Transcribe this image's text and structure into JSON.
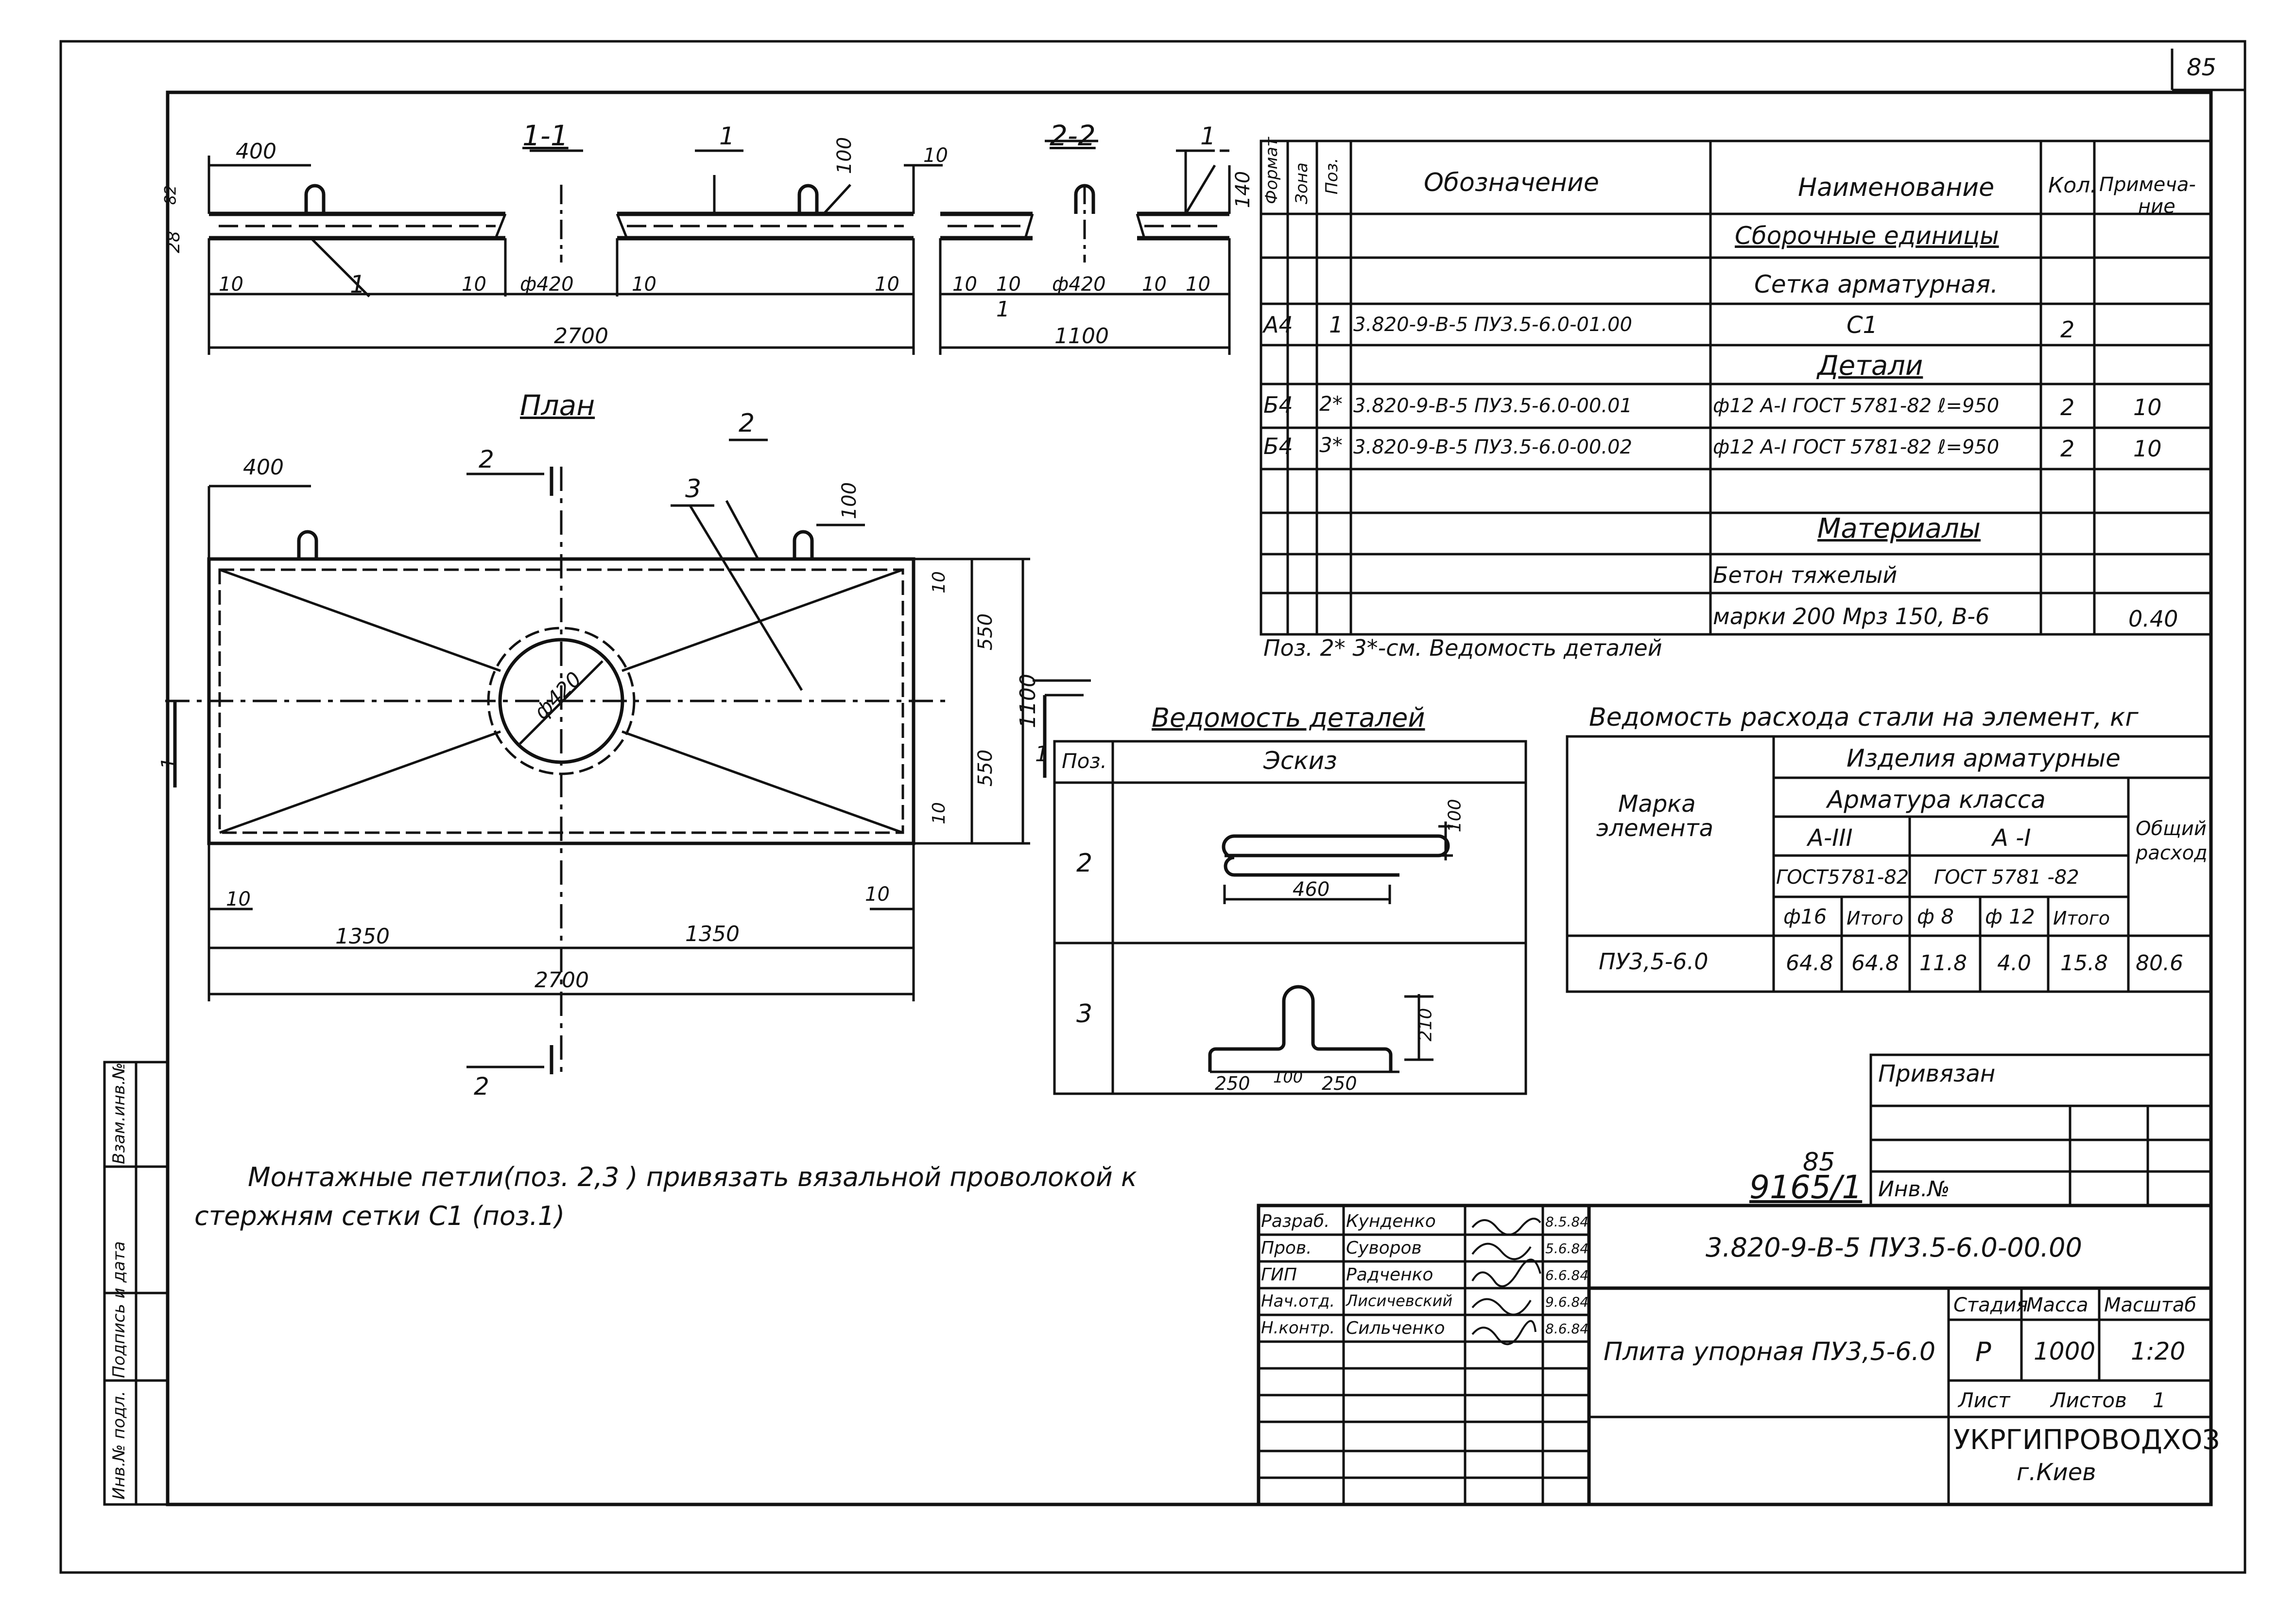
{
  "sheet": {
    "page_number": "85"
  },
  "section_views": {
    "section_1_label": "1-1",
    "section_2_label": "2-2",
    "plan_label": "План",
    "dim_400_top": "400",
    "dim_100_top": "100",
    "dim_10": "10",
    "dim_phi420": "ф420",
    "dim_2700": "2700",
    "dim_1100": "1100",
    "dim_140": "140",
    "dim_28": "28",
    "dim_82": "82",
    "pos_1": "1",
    "pos_2": "2",
    "pos_3": "3",
    "plan_dim_400": "400",
    "plan_dim_100": "100",
    "plan_phi420": "ф420",
    "plan_dim_550a": "550",
    "plan_dim_550b": "550",
    "plan_dim_1100": "1100",
    "plan_dim_1350a": "1350",
    "plan_dim_1350b": "1350",
    "plan_dim_2700": "2700",
    "cut_2_top": "2",
    "cut_2_bottom": "2",
    "cut_1_left": "1",
    "cut_1_right": "1"
  },
  "spec_table": {
    "headers": [
      "Формат",
      "Зона",
      "Поз.",
      "Обозначение",
      "Наименование",
      "Кол.",
      "Примечание"
    ],
    "header_note_line1": "Примеча-",
    "header_note_line2": "ние",
    "section_assembly": "Сборочные единицы",
    "setka_title": "Сетка арматурная.",
    "row_c1": {
      "format": "А4",
      "pos": "1",
      "designation": "3.820-9-В-5 ПУ3.5-6.0-01.00",
      "name": "С1",
      "qty": "2",
      "note": ""
    },
    "section_details": "Детали",
    "row_2": {
      "format": "Б4",
      "pos": "2*",
      "designation": "3.820-9-В-5 ПУ3.5-6.0-00.01",
      "name": "ф12 А-I ГОСТ 5781-82 ℓ=950",
      "qty": "2",
      "note": "10"
    },
    "row_3": {
      "format": "Б4",
      "pos": "3*",
      "designation": "3.820-9-В-5 ПУ3.5-6.0-00.02",
      "name": "ф12 А-I ГОСТ 5781-82 ℓ=950",
      "qty": "2",
      "note": "10"
    },
    "section_materials": "Материалы",
    "concrete_1": "Бетон тяжелый",
    "concrete_2": "марки 200 Мрз 150, В-6",
    "concrete_note": "0.40",
    "footnote": "Поз. 2* 3*-см. Ведомость деталей"
  },
  "details_sheet": {
    "title": "Ведомость деталей",
    "col_pos": "Поз.",
    "col_sketch": "Эскиз",
    "row2_pos": "2",
    "row2_dim_100": "100",
    "row2_dim_460": "460",
    "row3_pos": "3",
    "row3_dim_210": "210",
    "row3_dim_250a": "250",
    "row3_dim_100": "100",
    "row3_dim_250b": "250"
  },
  "steel_table": {
    "title": "Ведомость расхода стали на элемент, кг",
    "col_mark_1": "Марка",
    "col_mark_2": "элемента",
    "col_products": "Изделия арматурные",
    "col_class": "Арматура класса",
    "col_a3": "А-III",
    "col_a1": "А -I",
    "col_gost1": "ГОСТ5781-82",
    "col_gost2": "ГОСТ 5781 -82",
    "col_total_1": "Общий",
    "col_total_2": "расход",
    "sub_phi16": "ф16",
    "sub_itogo1": "Итого",
    "sub_phi8": "ф 8",
    "sub_phi12": "ф 12",
    "sub_itogo2": "Итого",
    "row_mark": "ПУ3,5-6.0",
    "row_values": [
      "64.8",
      "64.8",
      "11.8",
      "4.0",
      "15.8",
      "80.6"
    ]
  },
  "note_text_1": "Монтажные петли(поз. 2,3 ) привязать вязальной проволокой к",
  "note_text_2": "стержням сетки С1 (поз.1)",
  "privyazan": "Привязан",
  "inv_no": "Инв.№",
  "archive_num_top": "85",
  "archive_num": "9165/1",
  "title_block": {
    "designation": "3.820-9-В-5 ПУ3.5-6.0-00.00",
    "roles": [
      "Разраб.",
      "Пров.",
      "ГИП",
      "Нач.отд.",
      "Н.контр."
    ],
    "names": [
      "Кунденко",
      "Суворов",
      "Радченко",
      "Лисичевский",
      "Сильченко"
    ],
    "dates": [
      "8.5.84",
      "5.6.84",
      "6.6.84",
      "9.6.84",
      "8.6.84"
    ],
    "element_name": "Плита упорная ПУ3,5-6.0",
    "stage_label": "Стадия",
    "mass_label": "Масса",
    "scale_label": "Масштаб",
    "stage": "Р",
    "mass": "1000",
    "scale": "1:20",
    "sheet_label": "Лист",
    "sheets_label": "Листов",
    "sheets_count": "1",
    "org": "УКРГИПРОВОДХОЗ",
    "city": "г.Киев"
  },
  "side_stamp": [
    "Инв.№ подл.",
    "Подпись и дата",
    "Взам.инв.№"
  ]
}
